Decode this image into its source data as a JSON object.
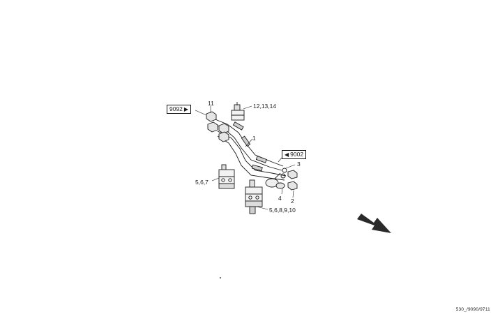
{
  "refs": {
    "ref_9092": "9092",
    "ref_9002": "9002"
  },
  "callouts": {
    "c11": "11",
    "c12": "12,13,14",
    "c1": "1",
    "c3": "3",
    "c4": "4",
    "c2": "2",
    "c567": "5,6,7",
    "c5678910": "5,6,8,9,10"
  },
  "footer": {
    "code": "530_/9090/9711"
  },
  "icons": {
    "arrow_right": "▶",
    "arrow_left": "◀",
    "direction": "direction-arrow-icon"
  }
}
